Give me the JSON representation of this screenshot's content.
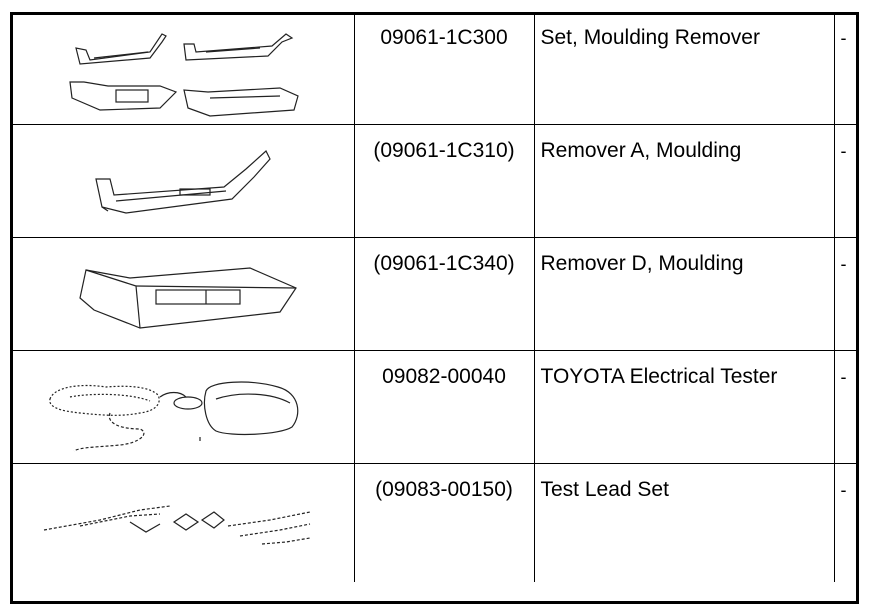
{
  "rows": [
    {
      "part_number": "09061-1C300",
      "name": "Set, Moulding Remover",
      "note": "-",
      "icon": "moulding-remover-set-illustration"
    },
    {
      "part_number": "(09061-1C310)",
      "name": "Remover A, Moulding",
      "note": "-",
      "icon": "moulding-remover-a-illustration"
    },
    {
      "part_number": "(09061-1C340)",
      "name": "Remover D, Moulding",
      "note": "-",
      "icon": "moulding-remover-d-illustration"
    },
    {
      "part_number": "09082-00040",
      "name": "TOYOTA Electrical Tester",
      "note": "-",
      "icon": "electrical-tester-illustration"
    },
    {
      "part_number": "(09083-00150)",
      "name": "Test Lead Set",
      "note": "-",
      "icon": "test-lead-set-illustration"
    }
  ]
}
